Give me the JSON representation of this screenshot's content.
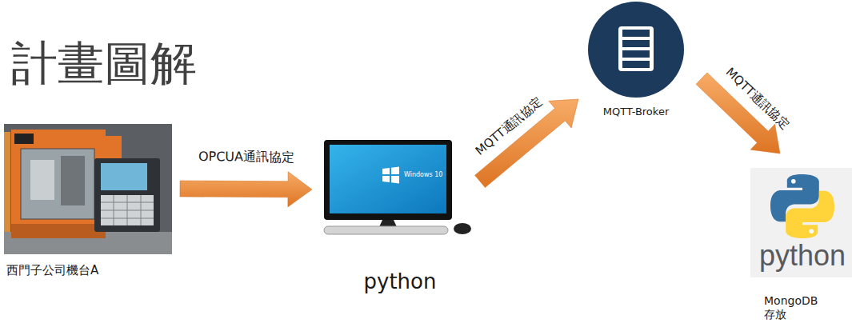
{
  "diagram": {
    "title": "計畫圖解",
    "nodes": [
      {
        "text": [
          "西門子公司機台A"
        ]
      },
      {
        "text": [
          "Windows 10",
          "python"
        ]
      },
      {
        "text": [
          "MQTT-Broker"
        ]
      },
      {
        "text": [
          "python",
          "MongoDB 存放"
        ]
      }
    ],
    "edges": [
      {
        "from": 0,
        "to": 1,
        "arrow": "to",
        "label": "OPCUA通訊協定"
      },
      {
        "from": 1,
        "to": 2,
        "arrow": "to",
        "label": "MQTT通訊協定"
      },
      {
        "from": 2,
        "to": 3,
        "arrow": "to",
        "label": "MQTT通訊協定"
      }
    ]
  }
}
